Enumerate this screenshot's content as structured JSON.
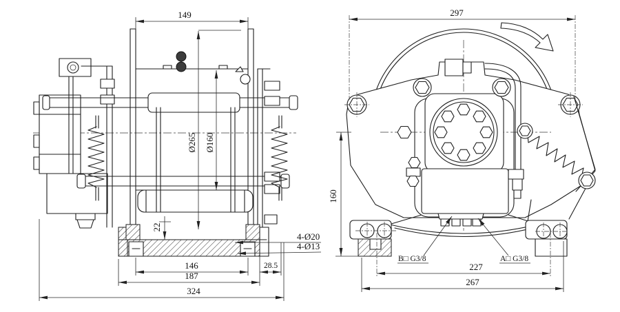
{
  "front_view": {
    "dim_top_width": "149",
    "dim_flange_dia": "Ø265",
    "dim_drum_dia": "Ø160",
    "dim_base_thickness": "22",
    "dim_bolt_span": "146",
    "dim_base_width": "187",
    "dim_overall_width": "324",
    "dim_side_offset": "28.5",
    "label_holes_large": "4-Ø20",
    "label_holes_small": "4-Ø13"
  },
  "side_view": {
    "dim_top_width": "297",
    "dim_center_height": "160",
    "dim_hole_span": "227",
    "dim_base_width": "267",
    "label_port_b": "B□ G3/8",
    "label_port_a": "A□ G3/8"
  }
}
